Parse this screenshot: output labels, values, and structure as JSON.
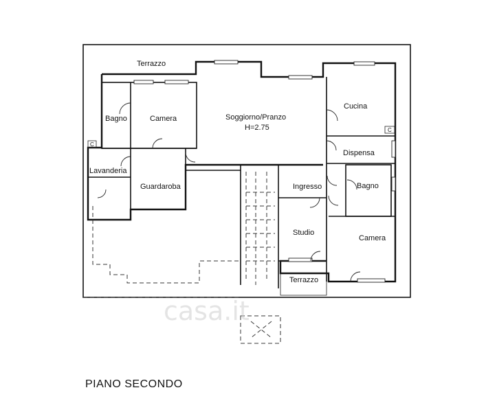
{
  "plan": {
    "title": "PIANO SECONDO",
    "rooms": {
      "terrazzo_top": "Terrazzo",
      "bagno_left": "Bagno",
      "camera_left": "Camera",
      "soggiorno": "Soggiorno/Pranzo",
      "height": "H=2.75",
      "cucina": "Cucina",
      "dispensa": "Dispensa",
      "lavanderia": "Lavanderia",
      "guardaroba": "Guardaroba",
      "ingresso": "Ingresso",
      "bagno_right": "Bagno",
      "studio": "Studio",
      "camera_right": "Camera",
      "terrazzo_bottom": "Terrazzo"
    },
    "chimney_markers": [
      "C",
      "C"
    ],
    "watermark": "casa.it"
  },
  "colors": {
    "ink": "#111111",
    "watermark": "#cfcfcf"
  }
}
